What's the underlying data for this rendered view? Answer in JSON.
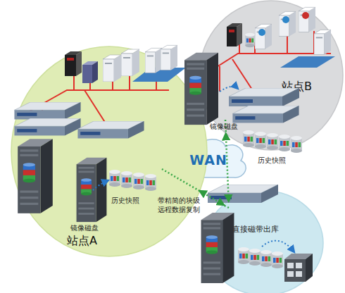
{
  "diagram": {
    "nodes": [
      {
        "text": [
          "站点B"
        ]
      },
      {
        "text": [
          "WAN"
        ]
      },
      {
        "text": [
          "站点A"
        ]
      },
      {
        "text": [
          "直接磁带出库"
        ]
      }
    ],
    "edges": [
      {
        "from": 2,
        "to": 3,
        "arrow": "both",
        "label": "带精简的块级 远程数据复制"
      },
      {
        "from": 0,
        "to": 3,
        "arrow": "both"
      }
    ],
    "labels": [
      "镜像磁盘",
      "历史快照",
      "镜像磁盘",
      "历史快照"
    ]
  }
}
